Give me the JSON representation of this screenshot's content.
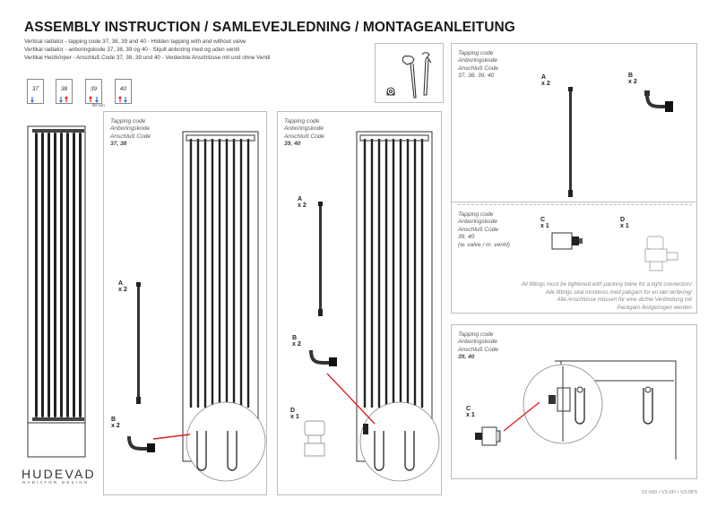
{
  "title": "ASSEMBLY INSTRUCTION / SAMLEVEJLEDNING / MONTAGEANLEITUNG",
  "subtitles": [
    "Vertical radiator - tapping code 37, 38, 39 and 40 - Hidden tapping with and without valve",
    "Vertikal radiator - anboringskode 37, 38, 39 og 40 - Skjult anboring med og uden ventil",
    "Vertikal Heizkörper - Anschluß Code 37, 38, 39 und 40 - Verdeckte Anschlüsse mit und ohne Ventil"
  ],
  "tapping_codes": [
    "37",
    "38",
    "39",
    "40"
  ],
  "dim_label": "90 mm",
  "brand": {
    "name": "HUDEVAD",
    "tagline": "RADIATOR DESIGN"
  },
  "caption_lines": [
    "Tapping code",
    "Anboringskode",
    "Anschluß Code"
  ],
  "panels": {
    "p1": {
      "codes": "37, 38"
    },
    "p2": {
      "codes": "39, 40"
    },
    "p3": {
      "codes": "37, 38, 39, 40"
    },
    "p4": {
      "codes": "39, 40",
      "valve_note": "(w. valve / m. ventil)"
    },
    "p5": {
      "codes": "39, 40"
    }
  },
  "parts": {
    "a": {
      "letter": "A",
      "qty": "x 2"
    },
    "b": {
      "letter": "B",
      "qty": "x 2"
    },
    "c": {
      "letter": "C",
      "qty": "x 1"
    },
    "d": {
      "letter": "D",
      "qty": "x 1"
    }
  },
  "fitting_note": [
    "All fittings must be tightened with packing twine for a tight connection/",
    "Alle fittings skal monteres med pakgarn for en tæt rørføring/",
    "Alle Anschlüsse müssen für eine dichte Verbindung mit",
    "Packgarn festgezogen werden"
  ],
  "version": "V2-000 / V3-0FI / V3-0PS",
  "colors": {
    "accent_red": "#e02020",
    "arrow_blue": "#3a6fd8",
    "line": "#333333",
    "panel_border": "#bdbdbd"
  }
}
